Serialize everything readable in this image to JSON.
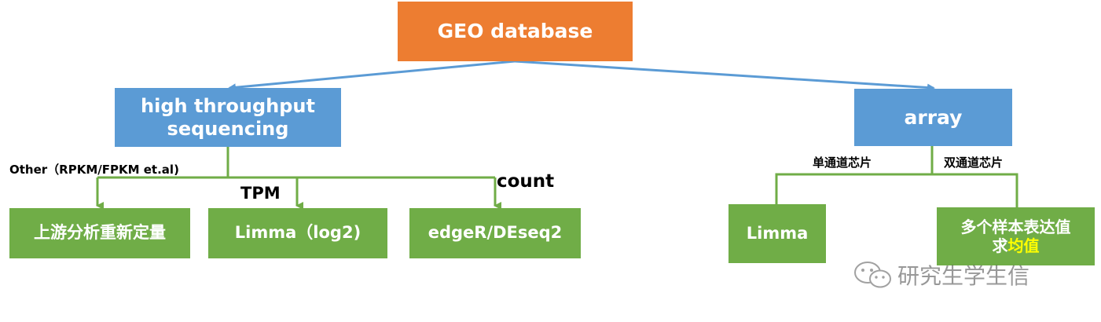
{
  "nodes": {
    "geo": "GEO database",
    "hts_line1": "high throughput",
    "hts_line2": "sequencing",
    "array": "array",
    "upstream": "上游分析重新定量",
    "limma_log2": "Limma（log2)",
    "edger": "edgeR/DEseq2",
    "limma": "Limma",
    "multi_line1": "多个样本表达值",
    "multi_line2_pre": "求",
    "multi_line2_highlight": "均值"
  },
  "edge_labels": {
    "other": "Other（RPKM/FPKM et.al)",
    "tpm": "TPM",
    "count": "count",
    "single_channel": "单通道芯片",
    "dual_channel": "双通道芯片"
  },
  "watermark": "研究生学生信",
  "colors": {
    "orange": "#ED7D31",
    "blue": "#5B9BD5",
    "green": "#70AD47",
    "highlight": "#FFFF00"
  }
}
